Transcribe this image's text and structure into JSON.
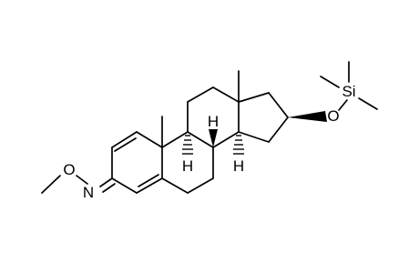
{
  "molecule": {
    "atom_labels": {
      "oxime_n": "N",
      "oxime_o": "O",
      "ether_o": "O",
      "silicon": "Si",
      "h_8": "H",
      "h_9": "H",
      "h_14": "H"
    },
    "colors": {
      "line": "#000000",
      "background": "#ffffff"
    }
  }
}
